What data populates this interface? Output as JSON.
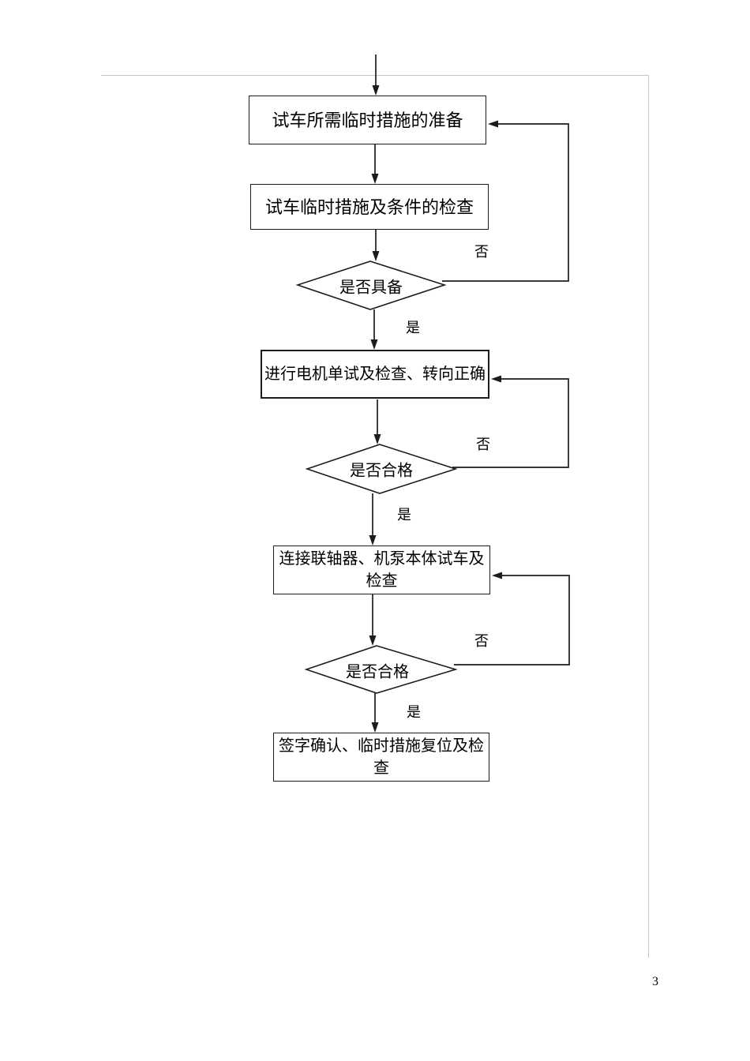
{
  "document": {
    "page_number": "3"
  },
  "flowchart": {
    "title": "",
    "nodes": [
      {
        "id": "prep",
        "type": "process",
        "label": "试车所需临时措施的准备"
      },
      {
        "id": "check",
        "type": "process",
        "label": "试车临时措施及条件的检查"
      },
      {
        "id": "ready",
        "type": "decision",
        "label": "是否具备"
      },
      {
        "id": "motor_test",
        "type": "process",
        "label": "进行电机单试及检查、转向正确"
      },
      {
        "id": "qualified1",
        "type": "decision",
        "label": "是否合格"
      },
      {
        "id": "coupling",
        "type": "process",
        "label": "连接联轴器、机泵本体试车及检查"
      },
      {
        "id": "qualified2",
        "type": "decision",
        "label": "是否合格"
      },
      {
        "id": "sign_off",
        "type": "process",
        "label": "签字确认、临时措施复位及检查"
      }
    ],
    "edges": [
      {
        "from": "prep",
        "to": "check",
        "label": ""
      },
      {
        "from": "check",
        "to": "ready",
        "label": ""
      },
      {
        "from": "ready",
        "to": "motor_test",
        "label": "是"
      },
      {
        "from": "ready",
        "to": "prep",
        "label": "否"
      },
      {
        "from": "motor_test",
        "to": "qualified1",
        "label": ""
      },
      {
        "from": "qualified1",
        "to": "coupling",
        "label": "是"
      },
      {
        "from": "qualified1",
        "to": "motor_test",
        "label": "否"
      },
      {
        "from": "coupling",
        "to": "qualified2",
        "label": ""
      },
      {
        "from": "qualified2",
        "to": "sign_off",
        "label": "是"
      },
      {
        "from": "qualified2",
        "to": "coupling",
        "label": "否"
      }
    ]
  }
}
